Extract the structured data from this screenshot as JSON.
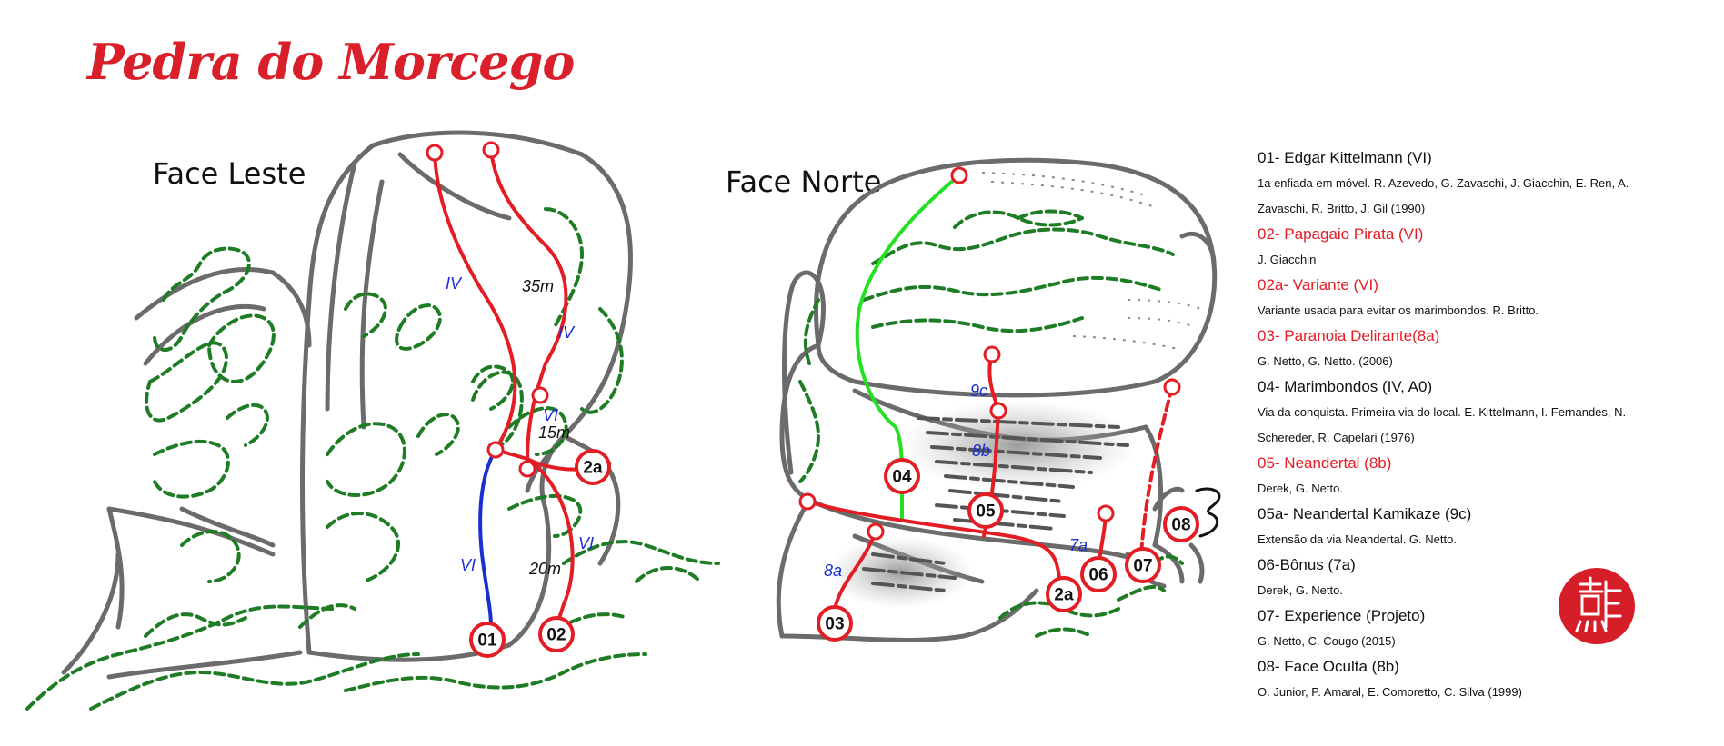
{
  "title": "Pedra do Morcego",
  "faces": {
    "leste": "Face Leste",
    "norte": "Face Norte"
  },
  "colors": {
    "route_red": "#e31d24",
    "route_blue": "#1a2fd0",
    "route_green": "#22e022",
    "rock_outline": "#6b6b6b",
    "vegetation": "#1e7d24",
    "grade_label": "#1a2fd0"
  },
  "leste_labels": {
    "grade_iv_left": "IV",
    "len_35m": "35m",
    "grade_iv_right": "IV",
    "grade_vi_mid": "VI",
    "len_15m": "15m",
    "grade_vi_left": "VI",
    "grade_vi_right": "VI",
    "len_20m": "20m",
    "marker_01": "01",
    "marker_02": "02",
    "marker_2a": "2a"
  },
  "norte_labels": {
    "grade_9c": "9c",
    "grade_8b": "8b",
    "grade_8a": "8a",
    "grade_7a": "7a",
    "marker_03": "03",
    "marker_04": "04",
    "marker_05": "05",
    "marker_2a": "2a",
    "marker_06": "06",
    "marker_07": "07",
    "marker_08": "08"
  },
  "legend": [
    {
      "name": "01- Edgar Kittelmann (VI)",
      "color": "black",
      "desc": [
        "1a enfiada em móvel. R. Azevedo, G. Zavaschi, J. Giacchin, E. Ren, A.",
        "Zavaschi, R. Britto, J. Gil (1990)"
      ]
    },
    {
      "name": "02- Papagaio Pirata (VI)",
      "color": "red",
      "desc": [
        "J. Giacchin"
      ]
    },
    {
      "name": "02a- Variante (VI)",
      "color": "red",
      "desc": [
        "Variante usada para evitar os marimbondos. R. Britto."
      ]
    },
    {
      "name": "03- Paranoia Delirante(8a)",
      "color": "red",
      "desc": [
        "G. Netto, G. Netto. (2006)"
      ]
    },
    {
      "name": "04- Marimbondos (IV, A0)",
      "color": "black",
      "desc": [
        "Via da conquista. Primeira via do local. E. Kittelmann, I. Fernandes, N.",
        "Schereder, R. Capelari  (1976)"
      ]
    },
    {
      "name": "05- Neandertal (8b)",
      "color": "red",
      "desc": [
        "Derek, G. Netto."
      ]
    },
    {
      "name": "05a- Neandertal Kamikaze (9c)",
      "color": "black",
      "desc": [
        "Extensão da via Neandertal. G. Netto."
      ]
    },
    {
      "name": "06-Bônus (7a)",
      "color": "black",
      "desc": [
        "Derek, G. Netto."
      ]
    },
    {
      "name": "07- Experience (Projeto)",
      "color": "black",
      "desc": [
        "G. Netto, C. Cougo (2015)"
      ]
    },
    {
      "name": "08- Face Oculta (8b)",
      "color": "black",
      "desc": [
        "O. Junior, P. Amaral, E. Comoretto, C. Silva (1999)"
      ]
    }
  ]
}
